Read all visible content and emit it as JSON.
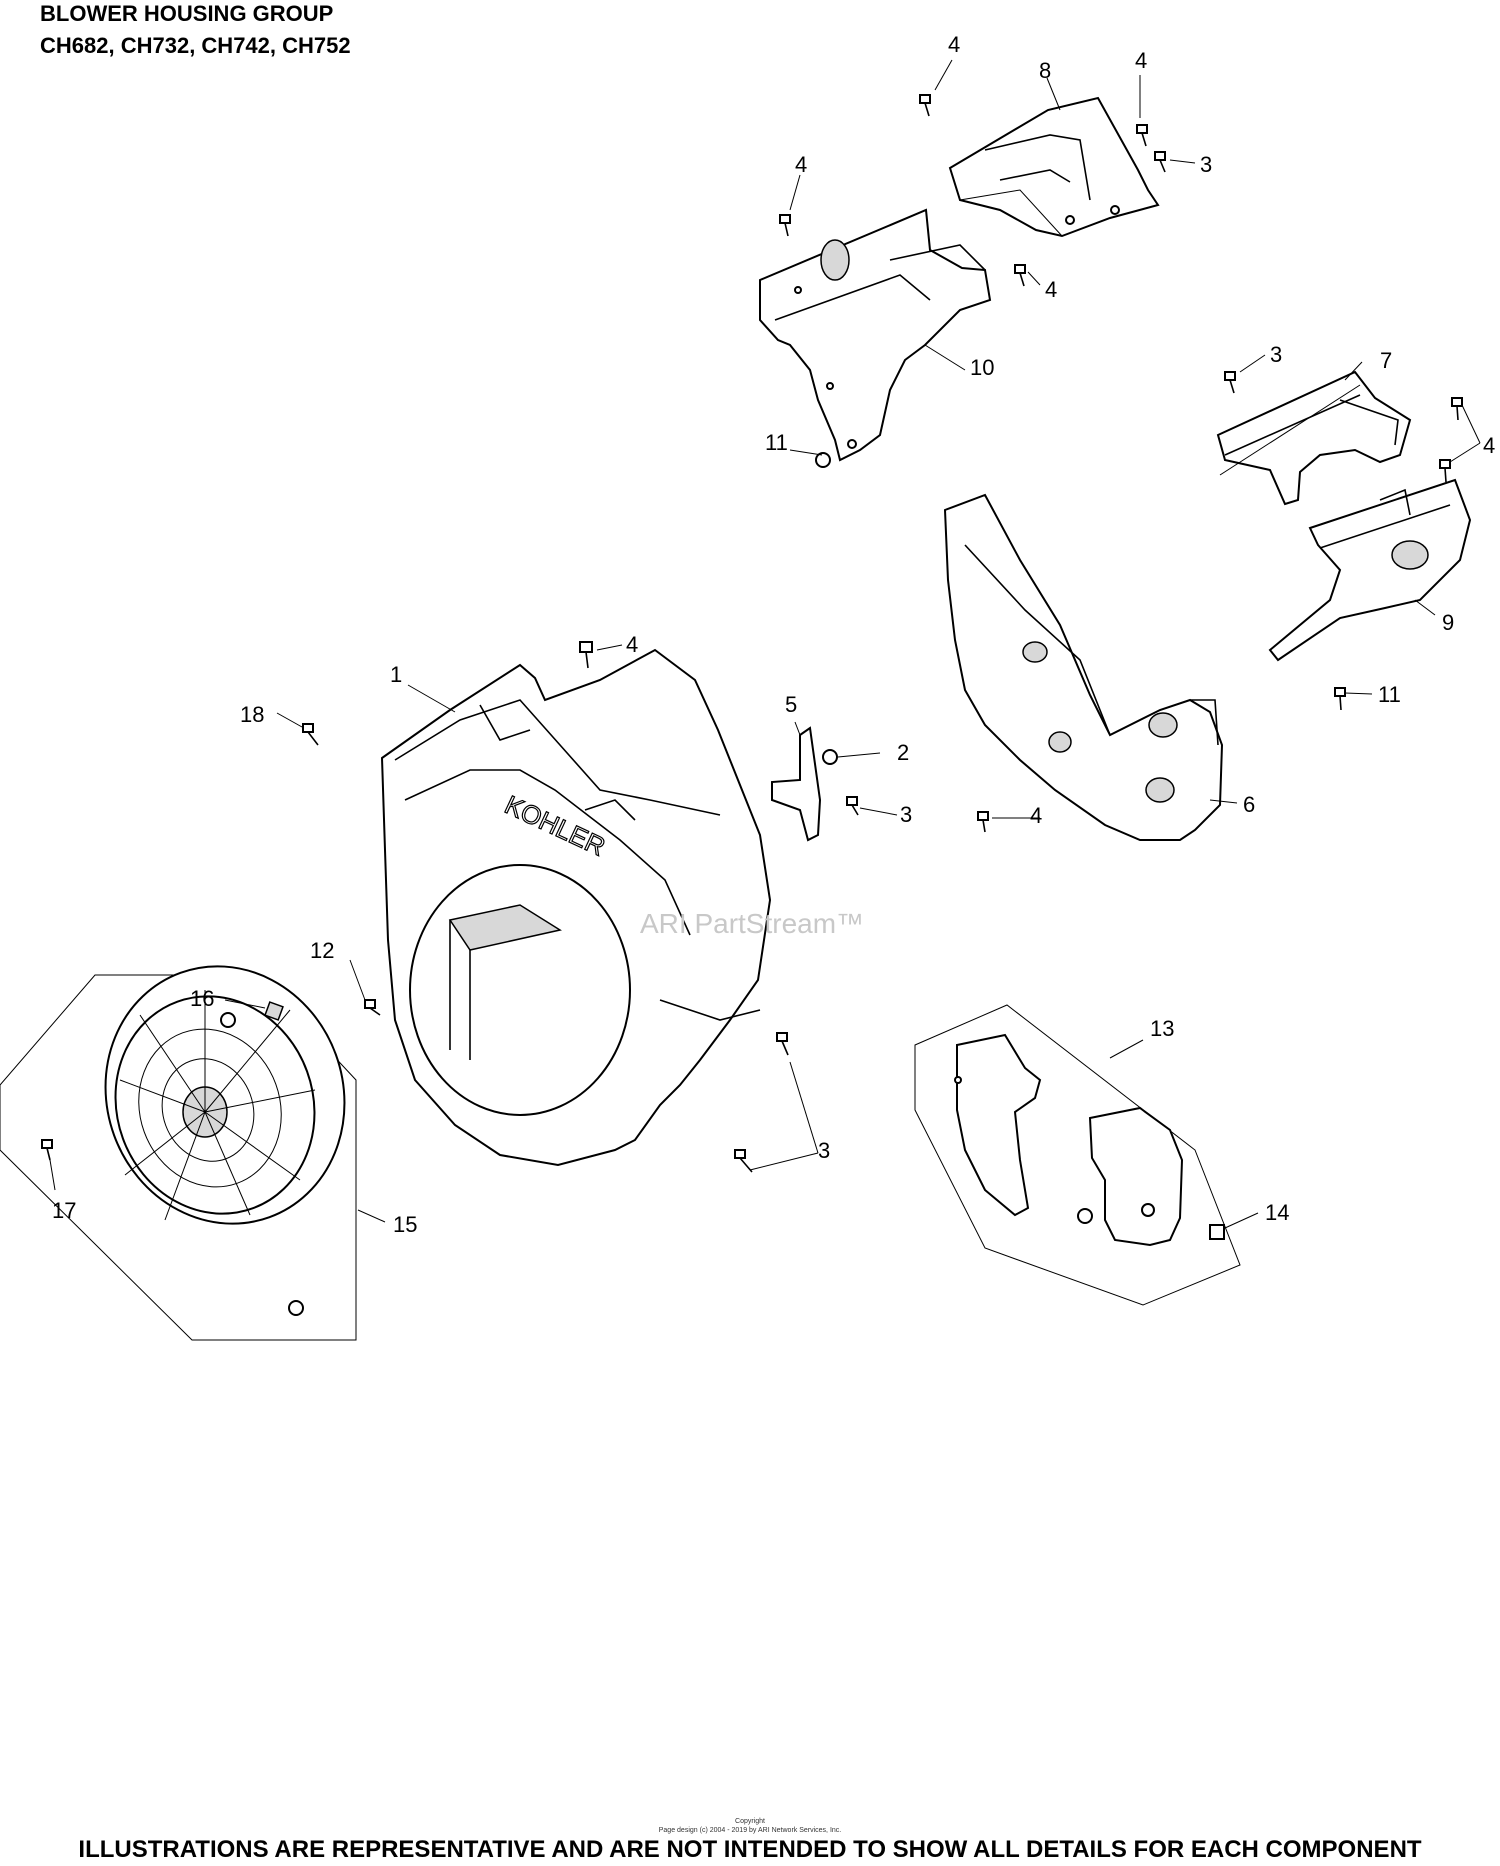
{
  "header": {
    "title": "BLOWER HOUSING GROUP",
    "models": "CH682, CH732, CH742, CH752"
  },
  "diagram": {
    "brand_mark": "KOHLER",
    "callouts": {
      "c1": "1",
      "c2": "2",
      "c3a": "3",
      "c3b": "3",
      "c3c": "3",
      "c3d": "3",
      "c4a": "4",
      "c4b": "4",
      "c4c": "4",
      "c4d": "4",
      "c4e": "4",
      "c4f": "4",
      "c4g": "4",
      "c5": "5",
      "c6": "6",
      "c7": "7",
      "c8": "8",
      "c9": "9",
      "c10": "10",
      "c11a": "11",
      "c11b": "11",
      "c12": "12",
      "c13": "13",
      "c14": "14",
      "c15": "15",
      "c16": "16",
      "c17": "17",
      "c18": "18"
    }
  },
  "watermark": "ARI PartStream™",
  "copyright": {
    "line1": "Copyright",
    "line2": "Page design (c) 2004 - 2019 by ARI Network Services, Inc."
  },
  "footer": "ILLUSTRATIONS ARE REPRESENTATIVE AND ARE NOT INTENDED TO SHOW ALL DETAILS FOR EACH COMPONENT"
}
